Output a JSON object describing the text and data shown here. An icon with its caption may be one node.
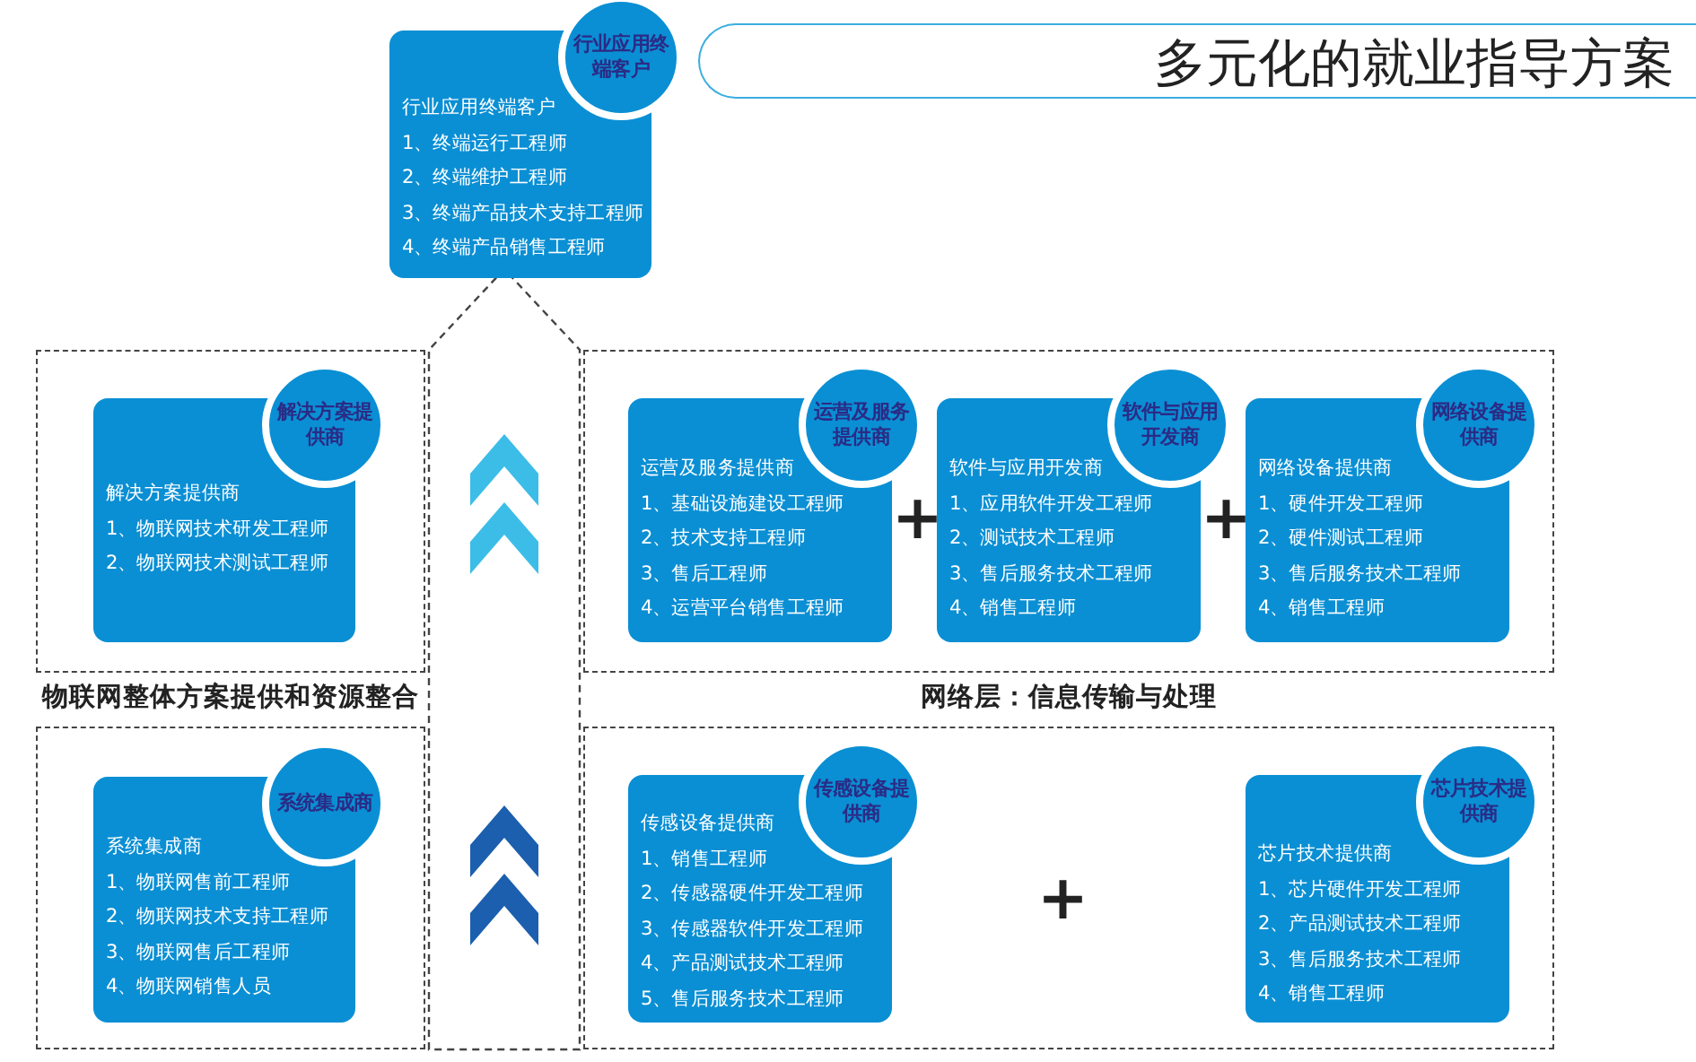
{
  "diagram": {
    "title": "多元化的就业指导方案",
    "nodes": [
      {
        "text": [
          "行业应用终端客户",
          "行业应用终端客户",
          "1、终端运行工程师",
          "2、终端维护工程师",
          "3、终端产品技术支持工程师",
          "4、终端产品销售工程师"
        ]
      },
      {
        "text": [
          "物联网整体方案提供和资源整合"
        ]
      },
      {
        "text": [
          "解决方案提供商",
          "解决方案提供商",
          "1、物联网技术研发工程师",
          "2、物联网技术测试工程师"
        ],
        "in": 1
      },
      {
        "text": [
          "网络层：信息传输与处理"
        ]
      },
      {
        "text": [
          "运营及服务提供商",
          "运营及服务提供商",
          "1、基础设施建设工程师",
          "2、技术支持工程师",
          "3、售后工程师",
          "4、运营平台销售工程师"
        ],
        "in": 3
      },
      {
        "text": [
          "软件与应用开发商",
          "软件与应用开发商",
          "1、应用软件开发工程师",
          "2、测试技术工程师",
          "3、售后服务技术工程师",
          "4、销售工程师"
        ],
        "in": 3
      },
      {
        "text": [
          "网络设备提供商",
          "网络设备提供商",
          "1、硬件开发工程师",
          "2、硬件测试工程师",
          "3、售后服务技术工程师",
          "4、销售工程师"
        ],
        "in": 3
      },
      {
        "text": [],
        "shape": "box"
      },
      {
        "text": [
          "系统集成商",
          "系统集成商",
          "1、物联网售前工程师",
          "2、物联网技术支持工程师",
          "3、物联网售后工程师",
          "4、物联网销售人员"
        ],
        "in": 7
      },
      {
        "text": [],
        "shape": "box"
      },
      {
        "text": [
          "传感设备提供商",
          "传感设备提供商",
          "1、销售工程师",
          "2、传感器硬件开发工程师",
          "3、传感器软件开发工程师",
          "4、产品测试技术工程师",
          "5、售后服务技术工程师"
        ],
        "in": 9
      },
      {
        "text": [
          "芯片技术提供商",
          "芯片技术提供商",
          "1、芯片硬件开发工程师",
          "2、产品测试技术工程师",
          "3、售后服务技术工程师",
          "4、销售工程师"
        ],
        "in": 9
      }
    ],
    "labels": [
      "+",
      "+",
      "+"
    ]
  }
}
